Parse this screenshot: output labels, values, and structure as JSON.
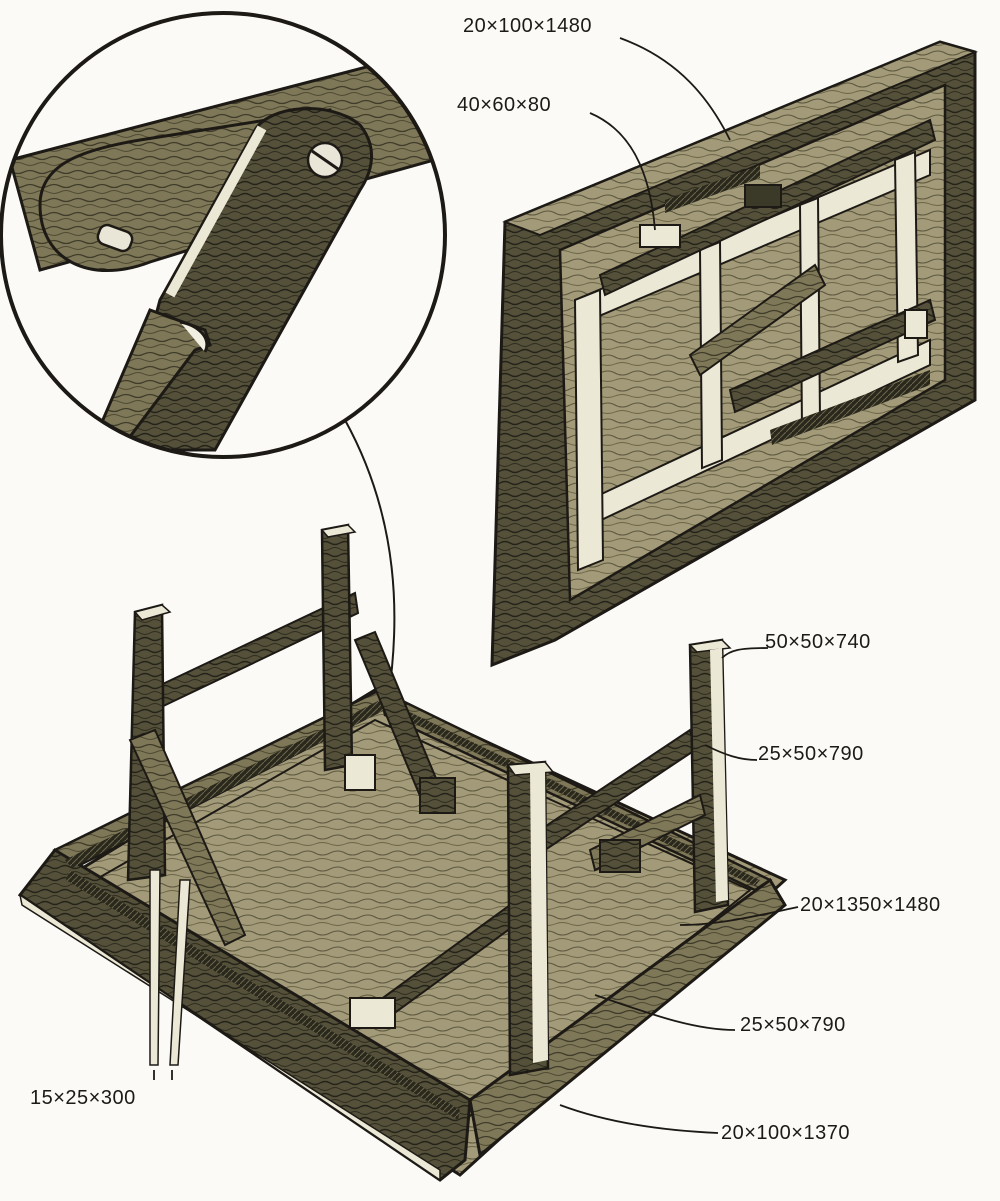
{
  "labels": {
    "tabletop_frame": "20×100×1480",
    "leg_block": "40×60×80",
    "leg": "50×50×740",
    "leg_rail_upper": "25×50×790",
    "plywood_top": "20×1350×1480",
    "leg_rail_lower": "25×50×790",
    "brace_strips": "15×25×300",
    "apron": "20×100×1370"
  },
  "colors": {
    "wood_light": "#8d8566",
    "wood_mid": "#5f5a41",
    "wood_dark": "#3b3a28",
    "edge_highlight": "#ece8d6",
    "ink": "#1d1a16"
  }
}
